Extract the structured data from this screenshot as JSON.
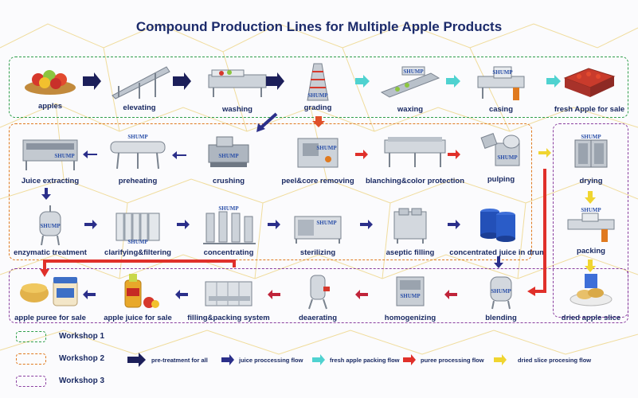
{
  "title": "Compound Production Lines for Multiple Apple Products",
  "brand": "SHUMP",
  "nodes": {
    "apples": "apples",
    "elevating": "elevating",
    "washing": "washing",
    "grading": "grading",
    "waxing": "waxing",
    "casing": "casing",
    "fresh_apple": "fresh Apple for sale",
    "juice_extracting": "Juice extracting",
    "preheating": "preheating",
    "crushing": "crushing",
    "peel_core": "peel&core removing",
    "blanching": "blanching&color protection",
    "pulping": "pulping",
    "drying": "drying",
    "enzymatic": "enzymatic treatment",
    "clarifying": "clarifying&filtering",
    "concentrating": "concentrating",
    "sterilizing": "sterilizing",
    "aseptic": "aseptic filling",
    "concentrated_juice": "concentrated juice in drum",
    "packing": "packing",
    "apple_puree": "apple puree for sale",
    "apple_juice": "apple juice for sale",
    "filling": "filling&packing system",
    "deaerating": "deaerating",
    "homogenizing": "homogenizing",
    "blending": "blending",
    "dried_slice": "dried apple slice"
  },
  "legend": {
    "workshop1": "Workshop 1",
    "workshop2": "Workshop 2",
    "workshop3": "Workshop 3",
    "pretreatment": "pre-treatment for all",
    "juice_flow": "juice proccessing flow",
    "fresh_flow": "fresh apple packing flow",
    "puree_flow": "puree processing flow",
    "dried_flow": "dried slice procesing flow"
  },
  "colors": {
    "title": "#1c2b6b",
    "workshop1": "#2e9e4a",
    "workshop2": "#e07a1f",
    "workshop3": "#8a3fa0",
    "pretreatment_arrow": "#1c1f5a",
    "juice_arrow": "#2b2f8a",
    "fresh_arrow": "#4fd2d0",
    "puree_arrow": "#e0302a",
    "dried_arrow": "#f0d530"
  }
}
